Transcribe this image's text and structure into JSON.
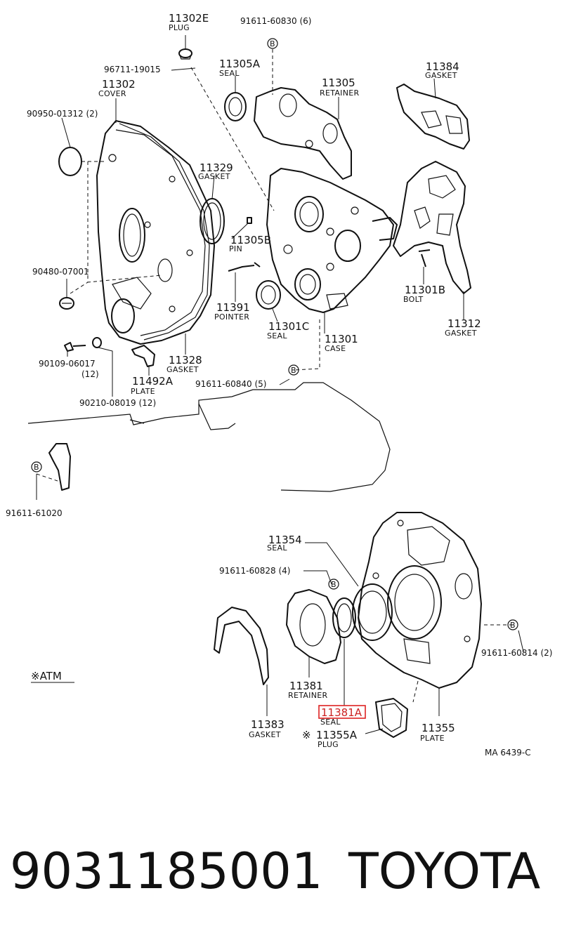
{
  "labels": {
    "l11302e": {
      "num": "11302E",
      "sub": "PLUG"
    },
    "l11305a": {
      "num": "11305A",
      "sub": "SEAL"
    },
    "l11305": {
      "num": "11305",
      "sub": "RETAINER"
    },
    "l11384": {
      "num": "11384",
      "sub": "GASKET"
    },
    "l11302": {
      "num": "11302",
      "sub": "COVER"
    },
    "l11329": {
      "num": "11329",
      "sub": "GASKET"
    },
    "l11305b": {
      "num": "11305B",
      "sub": "PIN"
    },
    "l11391": {
      "num": "11391",
      "sub": "POINTER"
    },
    "l11301c": {
      "num": "11301C",
      "sub": "SEAL"
    },
    "l11301": {
      "num": "11301",
      "sub": "CASE"
    },
    "l11301b": {
      "num": "11301B",
      "sub": "BOLT"
    },
    "l11312": {
      "num": "11312",
      "sub": "GASKET"
    },
    "l11328": {
      "num": "11328",
      "sub": "GASKET"
    },
    "l11492a": {
      "num": "11492A",
      "sub": "PLATE"
    },
    "l11354": {
      "num": "11354",
      "sub": "SEAL"
    },
    "l11381": {
      "num": "11381",
      "sub": "RETAINER"
    },
    "l11381a": {
      "num": "11381A",
      "sub": "SEAL"
    },
    "l11383": {
      "num": "11383",
      "sub": "GASKET"
    },
    "l11355": {
      "num": "11355",
      "sub": "PLATE"
    },
    "l11355a": {
      "num": "11355A",
      "sub": "PLUG"
    }
  },
  "refs": {
    "r1": "91611-60830 (6)",
    "r2": "96711-19015",
    "r3": "90950-01312 (2)",
    "r4": "90480-07001",
    "r5": "90109-06017",
    "r5b": "(12)",
    "r6": "90210-08019 (12)",
    "r7": "91611-60840 (5)",
    "r8": "91611-61020",
    "r9": "91611-60828 (4)",
    "r10": "91611-60814 (2)"
  },
  "bolt_marker": "B",
  "atm_note": "※ATM",
  "atm_mark": "※",
  "ref_code": "MA  6439-C",
  "footer": {
    "part_number": "9031185001",
    "brand": "TOYOTA"
  }
}
